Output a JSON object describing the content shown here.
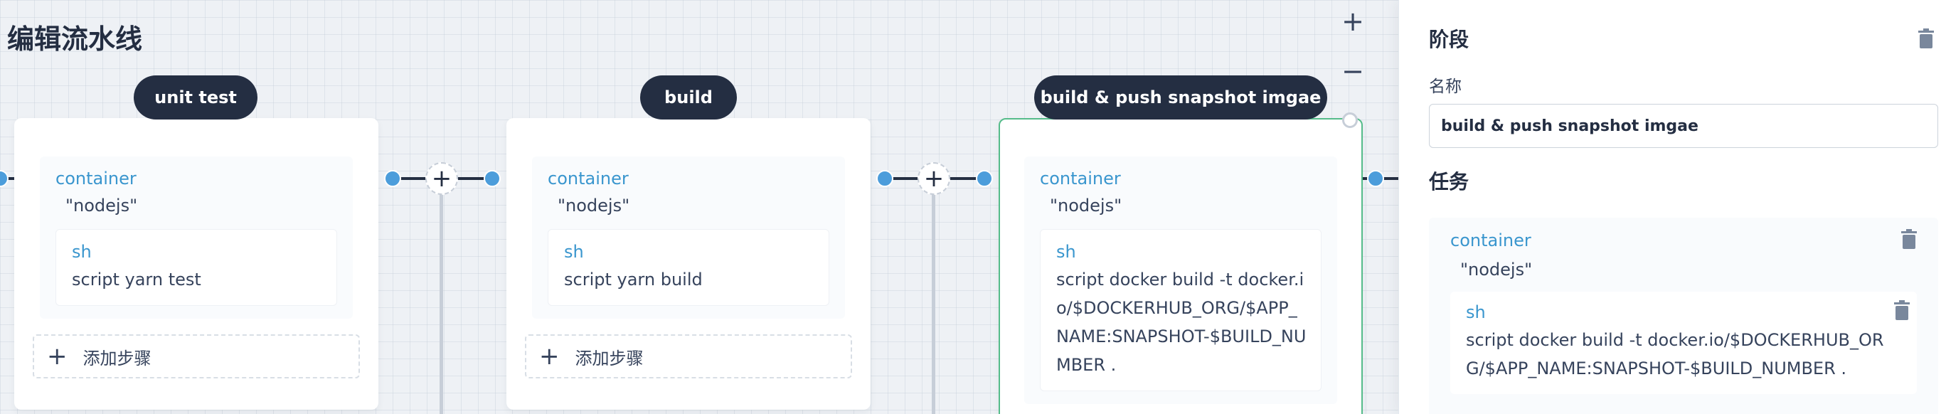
{
  "page": {
    "title": "编辑流水线"
  },
  "zoom": {
    "in_label": "+",
    "out_label": "−"
  },
  "stages": [
    {
      "title": "unit test",
      "task": {
        "type": "container",
        "arg": "\"nodejs\"",
        "step": {
          "type": "sh",
          "script": "script   yarn test"
        }
      },
      "add_step_label": "添加步骤"
    },
    {
      "title": "build",
      "task": {
        "type": "container",
        "arg": "\"nodejs\"",
        "step": {
          "type": "sh",
          "script": "script   yarn build"
        }
      },
      "add_step_label": "添加步骤"
    },
    {
      "title": "build & push snapshot imgae",
      "task": {
        "type": "container",
        "arg": "\"nodejs\"",
        "step": {
          "type": "sh",
          "script": "script   docker build -t docker.io/$DOCKERHUB_ORG/$APP_NAME:SNAPSHOT-$BUILD_NUMBER ."
        }
      }
    }
  ],
  "add_stage_label": "+",
  "panel": {
    "section_stage": "阶段",
    "name_label": "名称",
    "name_value": "build & push snapshot imgae",
    "section_tasks": "任务",
    "task": {
      "type": "container",
      "arg": "\"nodejs\"",
      "step": {
        "type": "sh",
        "script": "script   docker build -t docker.io/$DOCKERHUB_ORG/$APP_NAME:SNAPSHOT-$BUILD_NUMBER ."
      }
    }
  },
  "colors": {
    "dark": "#242e42",
    "accent_blue": "#3a96ce",
    "dot_blue": "#4c9ddb",
    "active_border": "#55bc8a"
  }
}
